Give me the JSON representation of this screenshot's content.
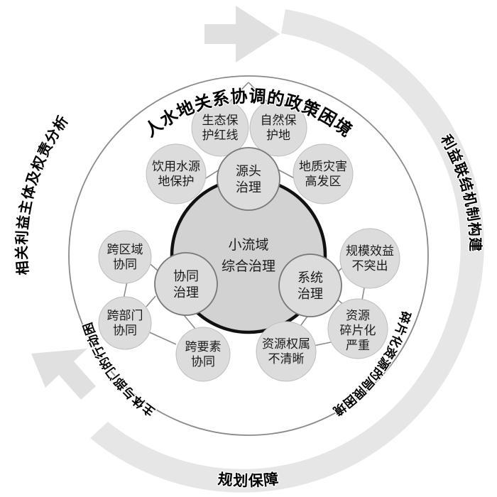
{
  "figure": {
    "title_arc": "人水地关系协调的政策困境",
    "bottom_label": "规划保障"
  },
  "colors": {
    "node_fill": "#dcdcdc",
    "node_stroke": "#8c8c8c",
    "core_fill": "#d2d2d2",
    "core_stroke": "#111111",
    "outer_band": "#e6e6e6",
    "arrow": "#e0e0e0",
    "text": "#1a1a1a",
    "thin_ring": "#8a8a8a"
  },
  "core": {
    "line1": "小流域",
    "line2": "综合治理"
  },
  "pillars": [
    {
      "id": "source",
      "line1": "源头",
      "line2": "治理"
    },
    {
      "id": "collaborative",
      "line1": "协同",
      "line2": "治理"
    },
    {
      "id": "systemic",
      "line1": "系统",
      "line2": "治理"
    }
  ],
  "source_nodes": [
    {
      "line1": "生态保",
      "line2": "护红线"
    },
    {
      "line1": "自然保",
      "line2": "护地"
    },
    {
      "line1": "饮用水源",
      "line2": "地保护"
    },
    {
      "line1": "地质灾害",
      "line2": "高发区"
    }
  ],
  "collaborative_nodes": [
    {
      "line1": "跨区域",
      "line2": "协同"
    },
    {
      "line1": "跨部门",
      "line2": "协同"
    },
    {
      "line1": "跨要素",
      "line2": "协同"
    }
  ],
  "systemic_nodes": [
    {
      "line1": "规模效益",
      "line2": "不突出"
    },
    {
      "line1": "资源",
      "line2": "碎片化",
      "line3": "严重"
    },
    {
      "line1": "资源权属",
      "line2": "不清晰"
    }
  ],
  "inner_ring_labels": [
    {
      "id": "left-inner",
      "text": "多主体与部门的行动困境"
    },
    {
      "id": "right-inner",
      "text": "碎片化资源的局限困境"
    }
  ],
  "outer_ring_labels": [
    {
      "id": "left-outer",
      "text": "相关利益主体及权责分析"
    },
    {
      "id": "right-outer",
      "text": "利益联结机制构建"
    }
  ],
  "arrows": [
    {
      "id": "top-arrow",
      "direction": "clockwise-right"
    },
    {
      "id": "bottom-left-arrow",
      "direction": "counter-up-left"
    }
  ]
}
